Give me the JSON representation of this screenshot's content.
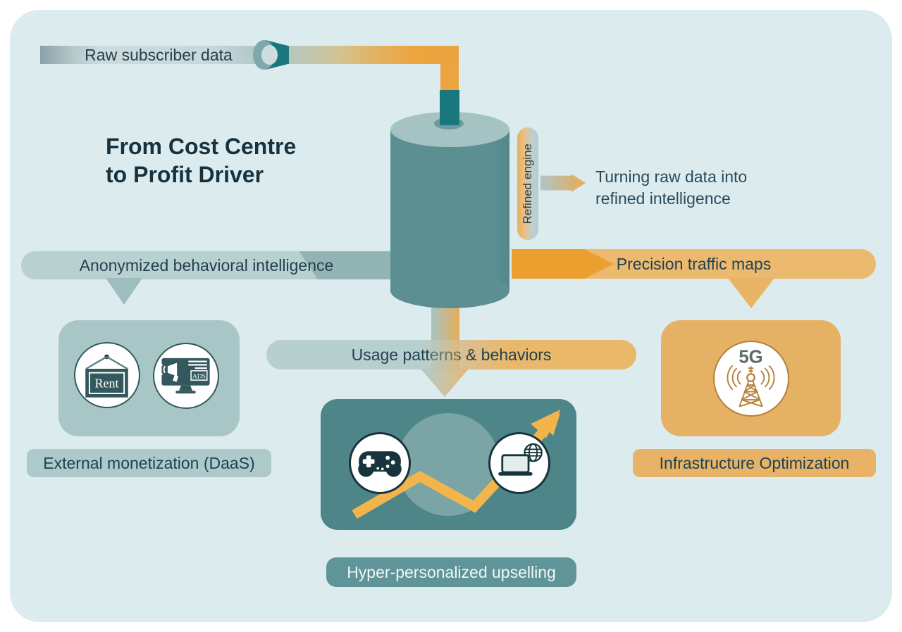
{
  "headline": {
    "line1": "From Cost Centre",
    "line2": "to Profit Driver"
  },
  "pipe": {
    "label": "Raw subscriber data"
  },
  "engine": {
    "label": "Refined engine",
    "caption_line1": "Turning raw data into",
    "caption_line2": "refined intelligence"
  },
  "flows": {
    "left": {
      "label": "Anonymized behavioral intelligence"
    },
    "right": {
      "label": "Precision traffic maps"
    },
    "down": {
      "label": "Usage patterns & behaviors"
    }
  },
  "outcomes": {
    "external": {
      "label": "External monetization (DaaS)",
      "rent_sign_text": "Rent",
      "ads_box_text": "ADS",
      "icons": [
        "rent-sign-icon",
        "ads-monitor-icon"
      ]
    },
    "upselling": {
      "label": "Hyper-personalized upselling",
      "icons": [
        "game-controller-icon",
        "laptop-globe-icon",
        "growth-arrow-icon"
      ]
    },
    "infrastructure": {
      "label": "Infrastructure Optimization",
      "badge_text": "5G",
      "icons": [
        "5g-tower-icon"
      ]
    }
  },
  "theme": {
    "bg-inner": "#dcecee",
    "teal-dark": "#19787e",
    "cyl-body": "#5c8f92",
    "cyl-top": "#a6c3c4",
    "band-gray": "#b9d0d1",
    "band-gray-dark": "#92b4b5",
    "band-orange": "#ecba6e",
    "band-orange-dark": "#eb9f2f",
    "box-gray": "#a9c6c7",
    "box-teal": "#4e8588",
    "pill-teal": "#5f9599",
    "box-orange": "#e5b164",
    "ink": "#1d4351",
    "title-ink": "#16323f",
    "zigzag": "#f2b54b",
    "tower-brown": "#b5813a"
  }
}
